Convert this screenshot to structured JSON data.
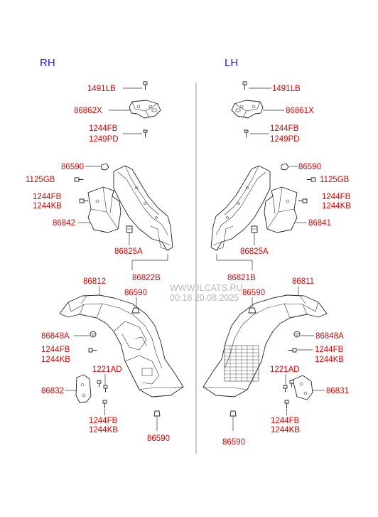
{
  "sides": {
    "rh": "RH",
    "lh": "LH"
  },
  "watermark": {
    "line1": "WWW.ILCATS.RU",
    "line2": "00:18 20.08.2025"
  },
  "rh": {
    "p1491lb": "1491LB",
    "p86862x": "86862X",
    "p1244fb_a": "1244FB",
    "p1249pd": "1249PD",
    "p86590_a": "86590",
    "p1125gb": "1125GB",
    "p1244fb_b": "1244FB",
    "p1244kb_b": "1244KB",
    "p86842": "86842",
    "p86825a": "86825A",
    "p86822b": "86822B",
    "p86812": "86812",
    "p86590_b": "86590",
    "p86848a": "86848A",
    "p1244fb_c": "1244FB",
    "p1244kb_c": "1244KB",
    "p1221ad": "1221AD",
    "p86832": "86832",
    "p1244fb_d": "1244FB",
    "p1244kb_d": "1244KB",
    "p86590_c": "86590"
  },
  "lh": {
    "p1491lb": "1491LB",
    "p86861x": "86861X",
    "p1244fb_a": "1244FB",
    "p1249pd": "1249PD",
    "p86590_a": "86590",
    "p1125gb": "1125GB",
    "p1244fb_b": "1244FB",
    "p1244kb_b": "1244KB",
    "p86841": "86841",
    "p86825a": "86825A",
    "p86821b": "86821B",
    "p86811": "86811",
    "p86590_b": "86590",
    "p86848a": "86848A",
    "p1244fb_c": "1244FB",
    "p1244kb_c": "1244KB",
    "p1221ad": "1221AD",
    "p86831": "86831",
    "p1244fb_d": "1244FB",
    "p1244kb_d": "1244KB",
    "p86590_c": "86590"
  }
}
